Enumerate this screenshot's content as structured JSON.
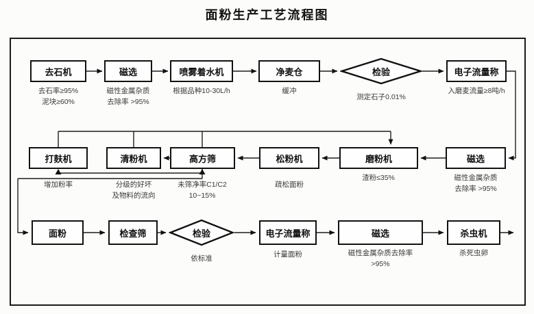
{
  "title": "面粉生产工艺流程图",
  "flow": {
    "row1": [
      {
        "id": "destoner",
        "shape": "rect",
        "label": "去石机",
        "caption": "去石率≥95%\n泥块≥60%"
      },
      {
        "id": "magnet-1",
        "shape": "rect",
        "label": "磁选",
        "caption": "磁性金属杂质\n去除率 >95%"
      },
      {
        "id": "sprayer",
        "shape": "rect",
        "label": "喷雾着水机",
        "caption": "根据品种10-30L/h"
      },
      {
        "id": "clean-bin",
        "shape": "rect",
        "label": "净麦仓",
        "caption": "缓冲"
      },
      {
        "id": "inspect-1",
        "shape": "diamond",
        "label": "检验",
        "caption": "测定石子0.01%"
      },
      {
        "id": "flow-scale-1",
        "shape": "rect",
        "label": "电子流量称",
        "caption": "入磨麦流量≥8吨/h"
      }
    ],
    "row2": [
      {
        "id": "bran-beater",
        "shape": "rect",
        "label": "打麸机",
        "caption": "增加粉率"
      },
      {
        "id": "purifier",
        "shape": "rect",
        "label": "清粉机",
        "caption": "分级的好坏\n及物料的流向"
      },
      {
        "id": "plansifter",
        "shape": "rect",
        "label": "高方筛",
        "caption": "未筛净率C1/C2\n10~15%"
      },
      {
        "id": "loosener",
        "shape": "rect",
        "label": "松粉机",
        "caption": "疏松面粉"
      },
      {
        "id": "mill",
        "shape": "rect",
        "label": "磨粉机",
        "caption": "渣粉≤35%"
      },
      {
        "id": "magnet-2",
        "shape": "rect",
        "label": "磁选",
        "caption": "磁性金属杂质\n去除率 >95%"
      }
    ],
    "row3": [
      {
        "id": "flour",
        "shape": "rect",
        "label": "面粉",
        "caption": ""
      },
      {
        "id": "check-sieve",
        "shape": "rect",
        "label": "检查筛",
        "caption": ""
      },
      {
        "id": "inspect-2",
        "shape": "diamond",
        "label": "检验",
        "caption": "依标准"
      },
      {
        "id": "flow-scale-2",
        "shape": "rect",
        "label": "电子流量称",
        "caption": "计量面粉"
      },
      {
        "id": "magnet-3",
        "shape": "rect",
        "label": "磁选",
        "caption": "磁性金属杂质去除率\n>95%"
      },
      {
        "id": "insect-killer",
        "shape": "rect",
        "label": "杀虫机",
        "caption": "杀死虫卵"
      }
    ],
    "edges": [
      "去石机 → 磁选",
      "磁选 → 喷雾着水机",
      "喷雾着水机 → 净麦仓",
      "净麦仓 → 检验",
      "检验 → 电子流量称",
      "电子流量称 → 磁选(二行)",
      "磁选(二行) → 磨粉机",
      "磨粉机 → 松粉机",
      "松粉机 → 高方筛",
      "高方筛 → 清粉机",
      "打麸机/清粉机/高方筛 → 磨粉机 (回路)",
      "高方筛 ↔ 打麸机 (底部回路)",
      "回路 → 面粉",
      "面粉 → 检查筛",
      "检查筛 → 检验",
      "检验 → 电子流量称",
      "电子流量称 → 磁选(三行)",
      "磁选(三行) → 杀虫机",
      "杀虫机 → 出口"
    ]
  }
}
